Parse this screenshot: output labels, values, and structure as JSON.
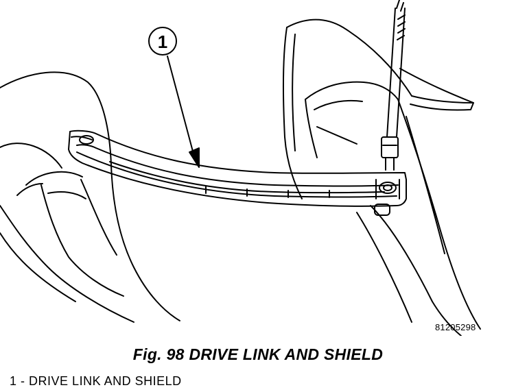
{
  "diagram": {
    "callout_number": "1",
    "figure_id": "81205298",
    "caption": "Fig. 98 DRIVE LINK AND SHIELD",
    "legend": [
      {
        "number": "1",
        "separator": "-",
        "text": "DRIVE LINK AND SHIELD"
      }
    ]
  },
  "colors": {
    "line": "#000000",
    "background": "#ffffff"
  }
}
